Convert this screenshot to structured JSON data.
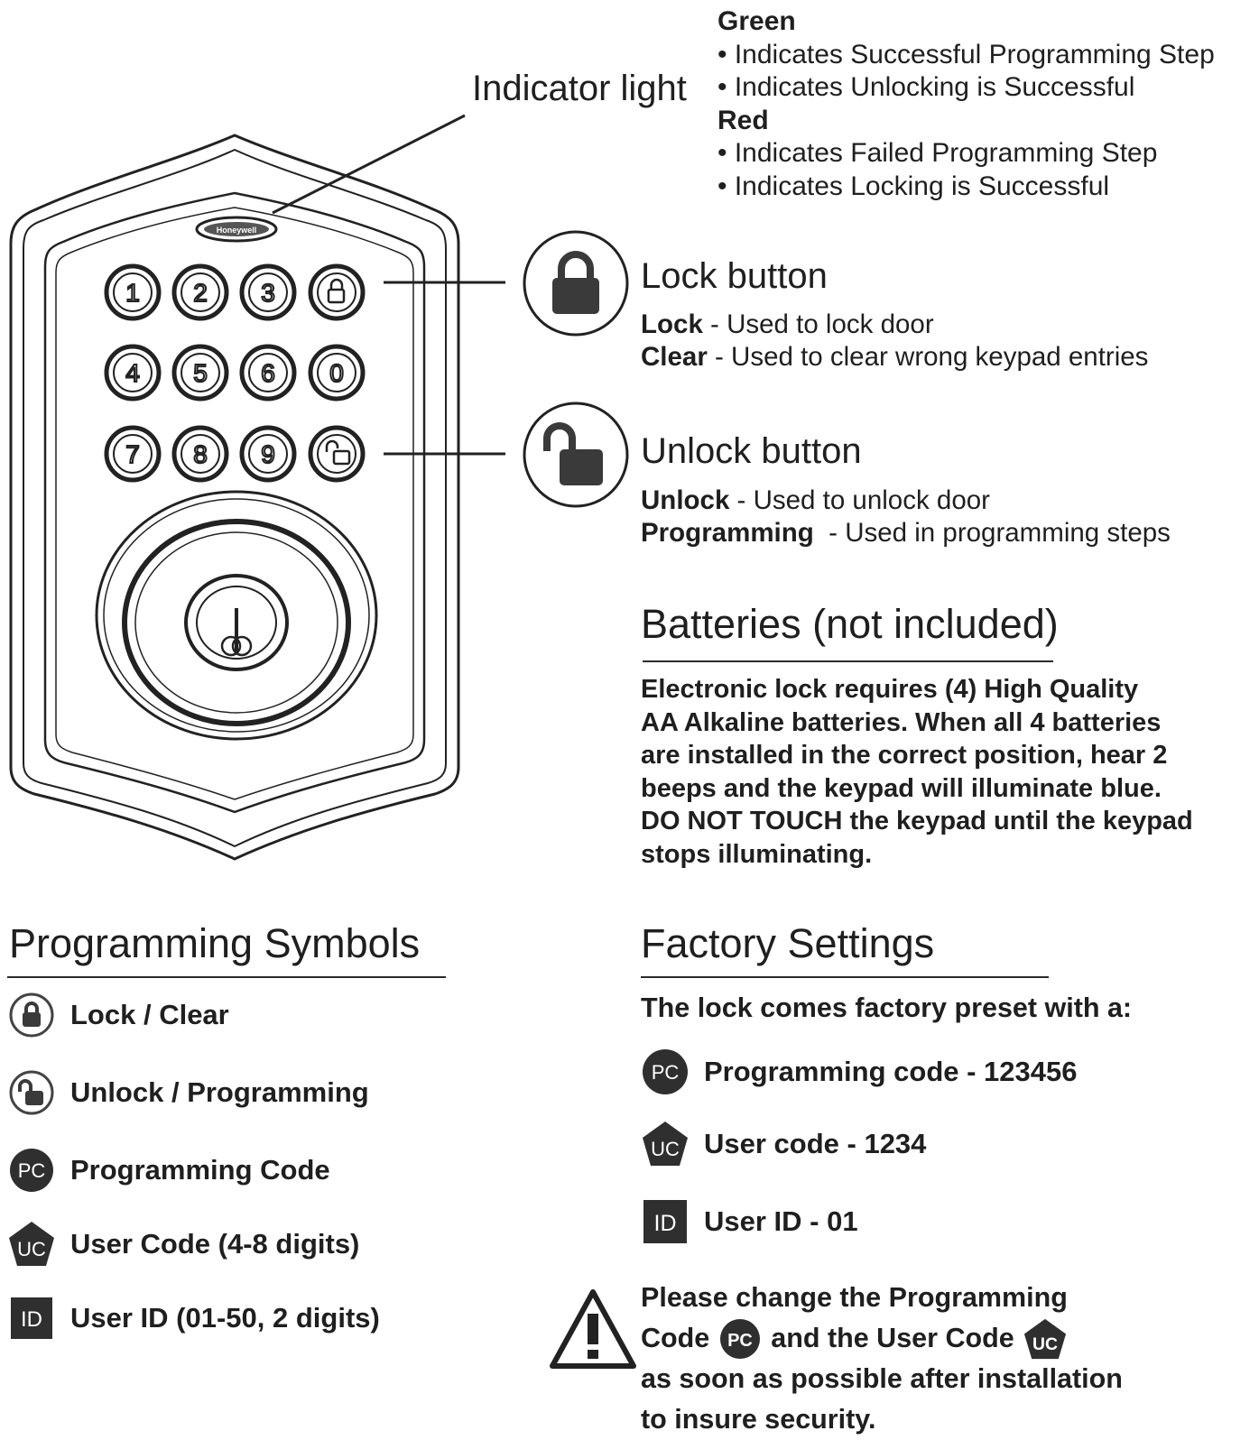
{
  "indicator_light": {
    "title": "Indicator light",
    "green_head": "Green",
    "green_items": [
      "Indicates Successful Programming Step",
      "Indicates Unlocking is Successful"
    ],
    "red_head": "Red",
    "red_items": [
      "Indicates Failed Programming Step",
      "Indicates Locking is Successful"
    ]
  },
  "device": {
    "brand": "Honeywell",
    "keys": [
      "1",
      "2",
      "3",
      "lock",
      "4",
      "5",
      "6",
      "0",
      "7",
      "8",
      "9",
      "unlock"
    ]
  },
  "lock_button": {
    "title": "Lock button",
    "lines": [
      {
        "term": "Lock",
        "desc": " - Used to lock door"
      },
      {
        "term": "Clear",
        "desc": " - Used to clear wrong keypad entries"
      }
    ]
  },
  "unlock_button": {
    "title": "Unlock button",
    "lines": [
      {
        "term": "Unlock",
        "desc": " - Used to unlock door"
      },
      {
        "term": "Programming",
        "desc": "  - Used in programming steps"
      }
    ]
  },
  "batteries": {
    "title": "Batteries (not included)",
    "lines": [
      "Electronic lock requires (4) High Quality",
      "AA Alkaline batteries. When all 4 batteries",
      "are installed in the correct position, hear 2",
      "beeps and the keypad will illuminate blue.",
      "DO NOT TOUCH the keypad until the keypad",
      "stops illuminating."
    ]
  },
  "programming_symbols": {
    "title": "Programming Symbols",
    "items": [
      {
        "icon": "lock-icon",
        "label": "Lock / Clear"
      },
      {
        "icon": "unlock-icon",
        "label": "Unlock / Programming"
      },
      {
        "icon": "pc-circle-icon",
        "badge": "PC",
        "label": "Programming Code"
      },
      {
        "icon": "uc-pentagon-icon",
        "badge": "UC",
        "label": "User Code (4-8 digits)"
      },
      {
        "icon": "id-square-icon",
        "badge": "ID",
        "label": "User ID (01-50, 2 digits)"
      }
    ]
  },
  "factory_settings": {
    "title": "Factory Settings",
    "intro": "The lock comes factory preset with a:",
    "items": [
      {
        "icon": "pc-circle-icon",
        "badge": "PC",
        "label": "Programming code - 123456"
      },
      {
        "icon": "uc-pentagon-icon",
        "badge": "UC",
        "label": "User code - 1234"
      },
      {
        "icon": "id-square-icon",
        "badge": "ID",
        "label": "User ID - 01"
      }
    ]
  },
  "warning": {
    "line1": "Please change the Programming",
    "line2a": "Code",
    "line2b": "and the User Code",
    "line3": "as soon as possible after installation",
    "line4": "to insure security."
  },
  "colors": {
    "ink": "#1f1f1f",
    "icon_fill": "#3a3a3a",
    "badge_fill": "#2f2f2f"
  }
}
